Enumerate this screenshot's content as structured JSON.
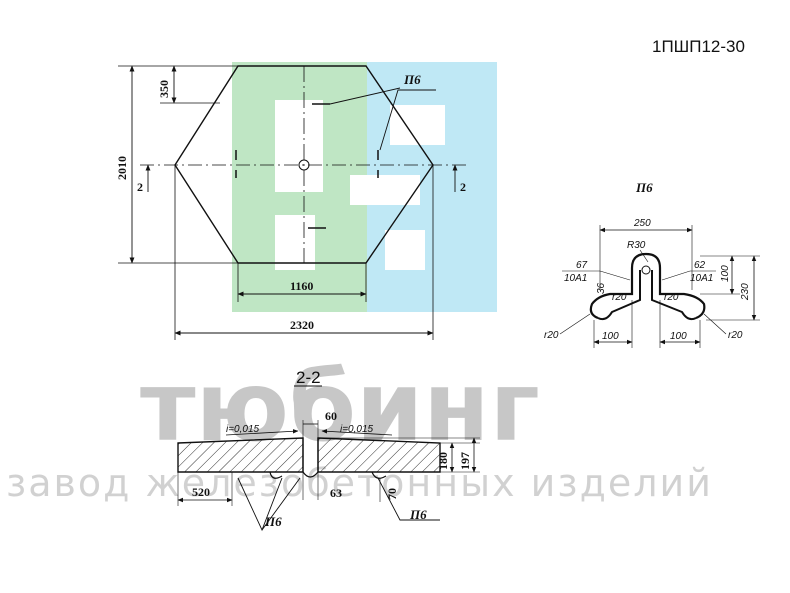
{
  "product_code": "1ПШП12-30",
  "plan_view": {
    "dim_height": "2010",
    "dim_top_offset": "350",
    "dim_bottom_width": "1160",
    "dim_total_width": "2320",
    "section_mark_left": "2",
    "section_mark_right": "2",
    "loop_label": "П6"
  },
  "loop_detail": {
    "title": "П6",
    "dim_width": "250",
    "radius_top": "R30",
    "left_label_num": "67",
    "left_label_bar": "10А1",
    "right_label_num": "62",
    "right_label_bar": "10А1",
    "dim_100_top": "100",
    "dim_230": "230",
    "dim_36": "36",
    "dim_r20_inner_left": "r20",
    "dim_r20_inner_right": "r20",
    "dim_r20_outer_left": "r20",
    "dim_r20_outer_right": "r20",
    "dim_100_left": "100",
    "dim_100_right": "100"
  },
  "section_view": {
    "title": "2-2",
    "slope_left": "i=0,015",
    "slope_right": "i=0,015",
    "dim_60": "60",
    "dim_180": "180",
    "dim_197": "197",
    "dim_520": "520",
    "dim_63": "63",
    "dim_70": "70",
    "loop_label_left": "П6",
    "loop_label_right": "П6"
  },
  "watermark": {
    "brand": "тюбинг",
    "tagline": "завод железобетонных изделий",
    "logo_colors": [
      "#bfe6c4",
      "#bfe8f5"
    ]
  }
}
